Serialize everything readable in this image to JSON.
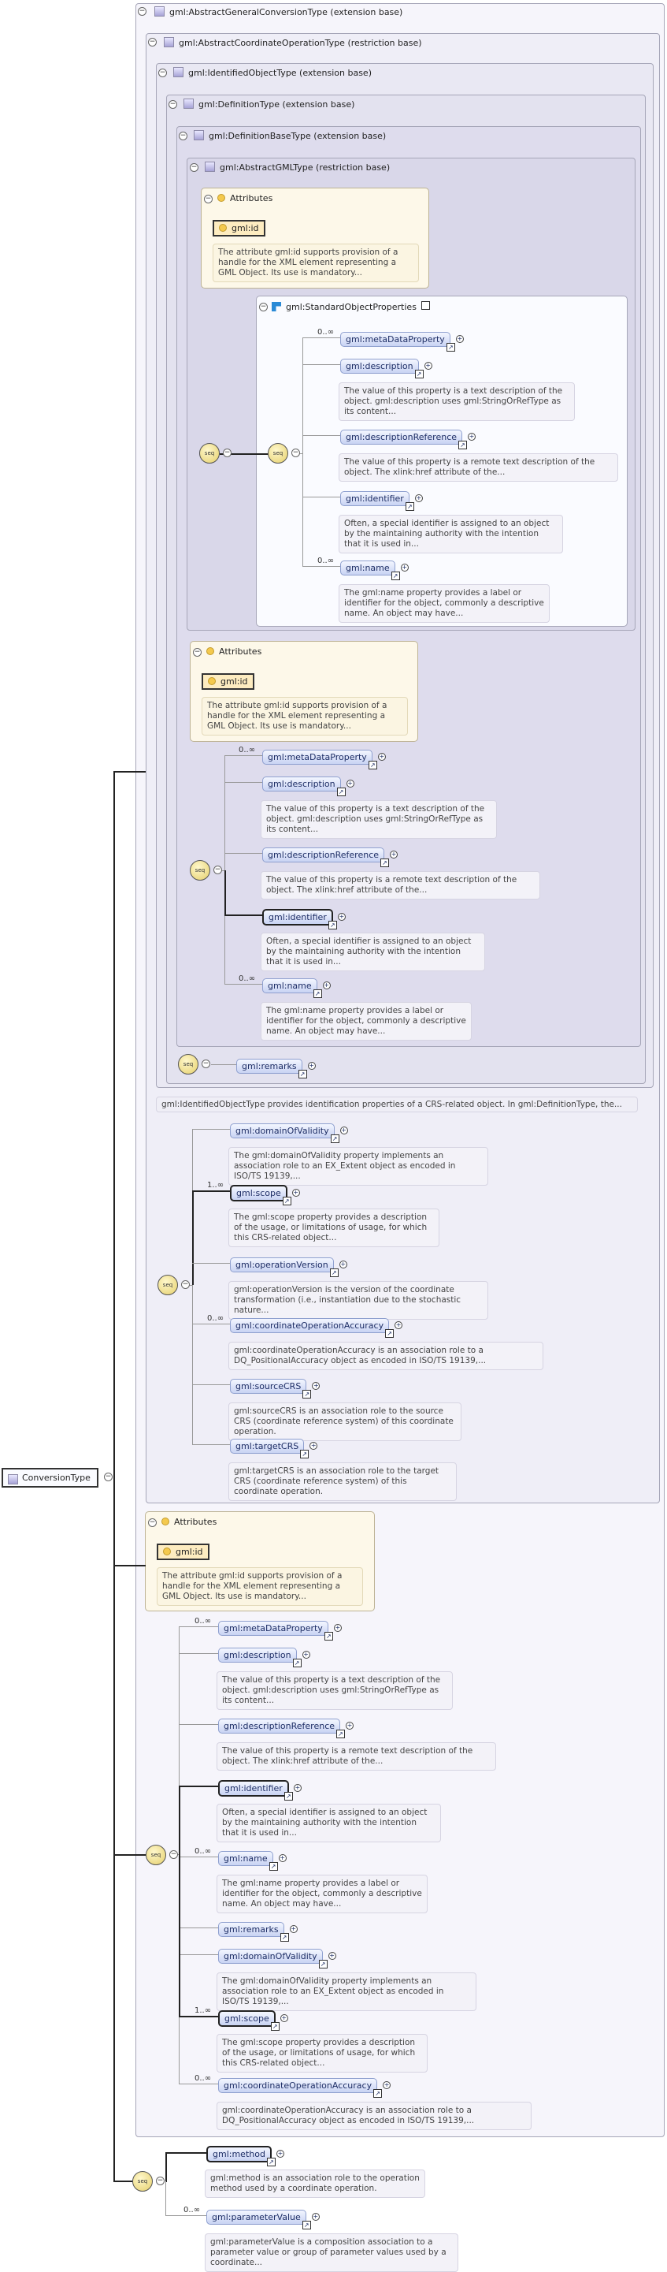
{
  "root": {
    "name": "ConversionType"
  },
  "bases": {
    "b1": "gml:AbstractGeneralConversionType (extension base)",
    "b2": "gml:AbstractCoordinateOperationType (restriction base)",
    "b3": "gml:IdentifiedObjectType (extension base)",
    "b4": "gml:DefinitionType (extension base)",
    "b5": "gml:DefinitionBaseType (extension base)",
    "b6": "gml:AbstractGMLType (restriction base)"
  },
  "attributes": {
    "title": "Attributes",
    "id_name": "gml:id",
    "id_doc": "The attribute gml:id supports provision of a handle for the XML element representing a GML Object. Its use is mandatory..."
  },
  "group": {
    "name": "gml:StandardObjectProperties"
  },
  "occ": {
    "zero_inf": "0..∞",
    "one_inf": "1..∞"
  },
  "elements": {
    "metaDataProperty": "gml:metaDataProperty",
    "description": "gml:description",
    "descriptionReference": "gml:descriptionReference",
    "identifier": "gml:identifier",
    "name": "gml:name",
    "remarks": "gml:remarks",
    "domainOfValidity": "gml:domainOfValidity",
    "scope": "gml:scope",
    "operationVersion": "gml:operationVersion",
    "coordinateOperationAccuracy": "gml:coordinateOperationAccuracy",
    "sourceCRS": "gml:sourceCRS",
    "targetCRS": "gml:targetCRS",
    "method": "gml:method",
    "parameterValue": "gml:parameterValue"
  },
  "docs": {
    "description": "The value of this property is a text description of the object. gml:description uses gml:StringOrRefType as its content...",
    "descriptionReference": "The value of this property is a remote text description of the object. The xlink:href attribute of the...",
    "identifier": "Often, a special identifier is assigned to an object by the maintaining authority with the intention that it is used in...",
    "name": "The gml:name property provides a label or identifier for the object, commonly a descriptive name. An object may have...",
    "identifiedNote": "gml:IdentifiedObjectType provides identification properties of a CRS-related object. In gml:DefinitionType, the...",
    "domainOfValidity": "The gml:domainOfValidity property implements an association role to an EX_Extent object as encoded in ISO/TS 19139,...",
    "scope": "The gml:scope property provides a description of the usage, or limitations of usage, for which this CRS-related object...",
    "operationVersion": "gml:operationVersion is the version of the coordinate transformation (i.e., instantiation due to the stochastic nature...",
    "coordinateOperationAccuracy": "gml:coordinateOperationAccuracy is an association role to a DQ_PositionalAccuracy object as encoded in ISO/TS 19139,...",
    "sourceCRS": "gml:sourceCRS is an association role to the source CRS (coordinate reference system) of this coordinate operation.",
    "targetCRS": "gml:targetCRS is an association role to the target CRS (coordinate reference system) of this coordinate operation.",
    "method": "gml:method is an association role to the operation method used by a coordinate operation.",
    "parameterValue": "gml:parameterValue is a composition association to a parameter value or group of parameter values used by a coordinate..."
  },
  "seq_label": "seq"
}
